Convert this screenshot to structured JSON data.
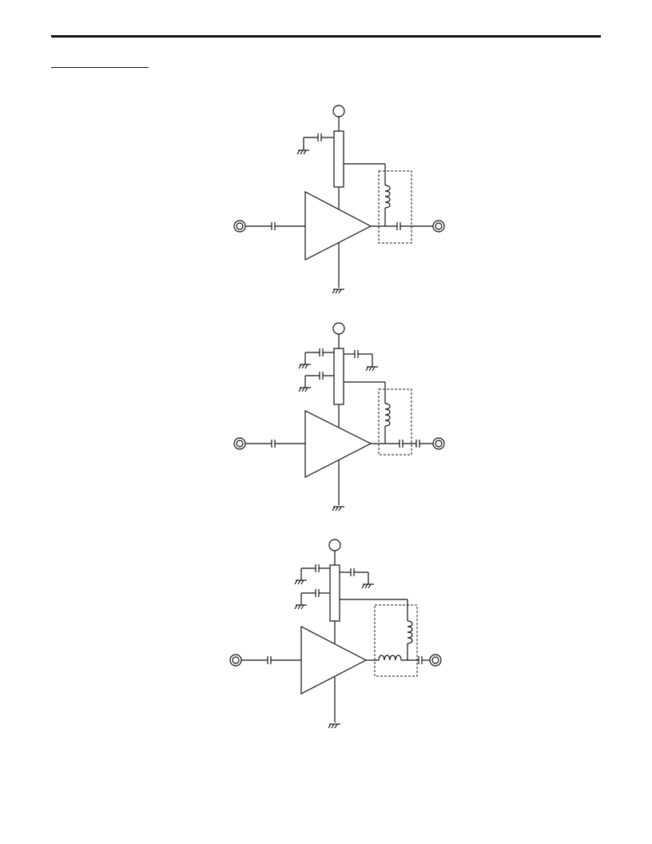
{
  "page": {
    "background": "#ffffff",
    "line_color": "#111111"
  },
  "schematics": [
    {
      "id": "circuit-1",
      "bypass_caps": 1,
      "matching_network": "shunt-inductor-series-capacitor"
    },
    {
      "id": "circuit-2",
      "bypass_caps": 3,
      "matching_network": "shunt-inductor-series-capacitor-pair"
    },
    {
      "id": "circuit-3",
      "bypass_caps": 3,
      "matching_network": "series-inductor-shunt-inductor"
    }
  ]
}
